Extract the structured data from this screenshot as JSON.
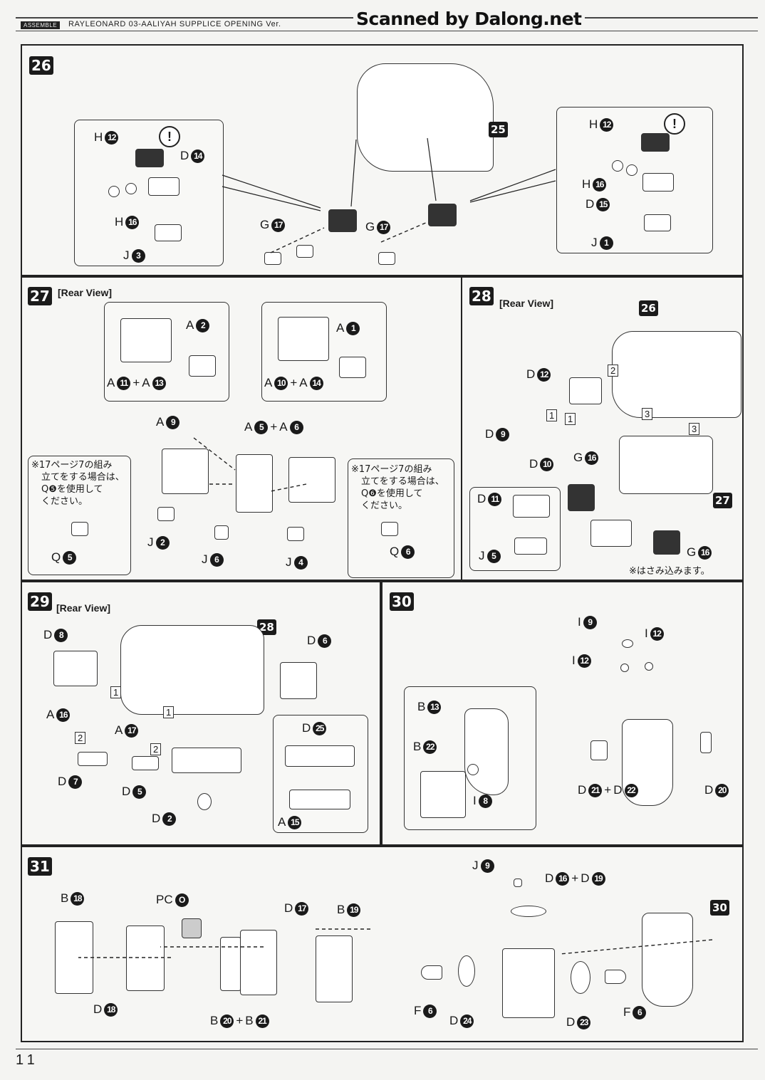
{
  "header": {
    "badge": "ASSEMBLE",
    "title": "RAYLEONARD 03-AALIYAH SUPPLICE OPENING Ver.",
    "watermark": "Scanned by Dalong.net"
  },
  "steps": {
    "s26": {
      "number": "26",
      "ref_assembly": "25",
      "left_inset": {
        "labels": [
          {
            "runner": "H",
            "num": "12"
          },
          {
            "runner": "D",
            "num": "14"
          },
          {
            "runner": "H",
            "num": "16"
          },
          {
            "runner": "J",
            "num": "3"
          }
        ],
        "caution": "!"
      },
      "right_inset": {
        "labels": [
          {
            "runner": "H",
            "num": "12"
          },
          {
            "runner": "H",
            "num": "16"
          },
          {
            "runner": "D",
            "num": "15"
          },
          {
            "runner": "J",
            "num": "1"
          }
        ],
        "caution": "!"
      },
      "main_labels": [
        {
          "runner": "G",
          "num": "17"
        },
        {
          "runner": "G",
          "num": "17"
        }
      ]
    },
    "s27": {
      "number": "27",
      "view": "[Rear View]",
      "left_inset": {
        "part": {
          "runner": "A",
          "num": "2"
        },
        "combo": [
          "A",
          "11",
          "A",
          "13"
        ]
      },
      "right_inset": {
        "part": {
          "runner": "A",
          "num": "1"
        },
        "combo": [
          "A",
          "10",
          "A",
          "14"
        ]
      },
      "labels": [
        {
          "runner": "A",
          "num": "9"
        },
        {
          "runner": "J",
          "num": "2"
        },
        {
          "runner": "J",
          "num": "6"
        },
        {
          "runner": "J",
          "num": "4"
        }
      ],
      "center_combo": [
        "A",
        "5",
        "A",
        "6"
      ],
      "note_left": {
        "lines": [
          "※17ページ7の組み",
          "立てをする場合は、",
          "Q❺を使用して",
          "ください。"
        ],
        "part": {
          "runner": "Q",
          "num": "5"
        }
      },
      "note_right": {
        "lines": [
          "※17ページ7の組み",
          "立てをする場合は、",
          "Q❻を使用して",
          "ください。"
        ],
        "part": {
          "runner": "Q",
          "num": "6"
        }
      }
    },
    "s28": {
      "number": "28",
      "view": "[Rear View]",
      "ref_top": "26",
      "ref_bottom": "27",
      "labels": [
        {
          "runner": "D",
          "num": "12"
        },
        {
          "runner": "D",
          "num": "9"
        },
        {
          "runner": "D",
          "num": "10"
        },
        {
          "runner": "G",
          "num": "16"
        },
        {
          "runner": "G",
          "num": "16"
        }
      ],
      "order": [
        "1",
        "1",
        "2",
        "3",
        "3"
      ],
      "inset": [
        {
          "runner": "D",
          "num": "11"
        },
        {
          "runner": "J",
          "num": "5"
        }
      ],
      "note": "※はさみ込みます。"
    },
    "s29": {
      "number": "29",
      "view": "[Rear View]",
      "ref": "28",
      "labels": [
        {
          "runner": "D",
          "num": "8"
        },
        {
          "runner": "D",
          "num": "6"
        },
        {
          "runner": "A",
          "num": "16"
        },
        {
          "runner": "A",
          "num": "17"
        },
        {
          "runner": "D",
          "num": "7"
        },
        {
          "runner": "D",
          "num": "5"
        },
        {
          "runner": "D",
          "num": "2"
        }
      ],
      "order": [
        "1",
        "1",
        "2",
        "2"
      ],
      "inset": [
        {
          "runner": "D",
          "num": "25"
        },
        {
          "runner": "A",
          "num": "15"
        }
      ]
    },
    "s30": {
      "number": "30",
      "labels": [
        {
          "runner": "I",
          "num": "9"
        },
        {
          "runner": "I",
          "num": "12"
        },
        {
          "runner": "I",
          "num": "12"
        },
        {
          "runner": "D",
          "num": "20"
        }
      ],
      "combo": [
        "D",
        "21",
        "D",
        "22"
      ],
      "inset": [
        {
          "runner": "B",
          "num": "13"
        },
        {
          "runner": "B",
          "num": "22"
        },
        {
          "runner": "I",
          "num": "8"
        }
      ]
    },
    "s31": {
      "number": "31",
      "ref": "30",
      "labels": [
        {
          "runner": "B",
          "num": "18"
        },
        {
          "runner": "PC",
          "num": "O"
        },
        {
          "runner": "D",
          "num": "17"
        },
        {
          "runner": "B",
          "num": "19"
        },
        {
          "runner": "D",
          "num": "18"
        },
        {
          "runner": "J",
          "num": "9"
        },
        {
          "runner": "F",
          "num": "6"
        },
        {
          "runner": "D",
          "num": "24"
        },
        {
          "runner": "D",
          "num": "23"
        },
        {
          "runner": "F",
          "num": "6"
        }
      ],
      "combo_a": [
        "B",
        "20",
        "B",
        "21"
      ],
      "combo_b": [
        "D",
        "16",
        "D",
        "19"
      ]
    }
  },
  "footer": {
    "page_number": "11"
  }
}
